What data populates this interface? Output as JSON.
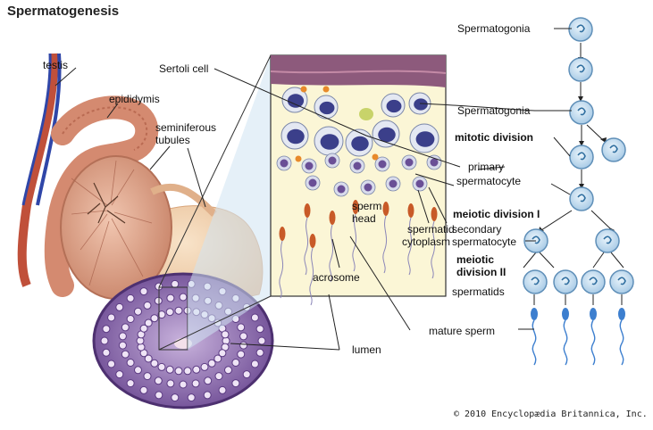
{
  "title": "Spermatogenesis",
  "labels": {
    "testis": "testis",
    "epididymis": "epididymis",
    "seminiferous": "seminiferous",
    "tubules": "tubules",
    "sertoli": "Sertoli cell",
    "sperm": "sperm",
    "head": "head",
    "spermatid": "spermatid",
    "cytoplasm": "cytoplasm",
    "acrosome": "acrosome",
    "lumen": "lumen",
    "mature_sperm": "mature sperm",
    "primary": "primary",
    "spermatocyte": "spermatocyte",
    "secondary": "secondary",
    "spermatocyte2": "spermatocyte",
    "spermatogonia1": "Spermatogonia",
    "spermatogonia2": "Spermatogonia",
    "mitotic": "mitotic division",
    "meiotic1": "meiotic division I",
    "meiotic2a": "meiotic",
    "meiotic2b": "division II",
    "spermatids": "spermatids"
  },
  "copyright": "© 2010 Encyclopædia Britannica, Inc.",
  "colors": {
    "cell_fill": "#bcd8ee",
    "cell_stroke": "#5f8fb8",
    "nucleus": "#2f6e9f",
    "tubule_purple": "#7a5aa0",
    "tissue_pink": "#e6b9a0",
    "sperm_blue": "#3d7fcf"
  }
}
